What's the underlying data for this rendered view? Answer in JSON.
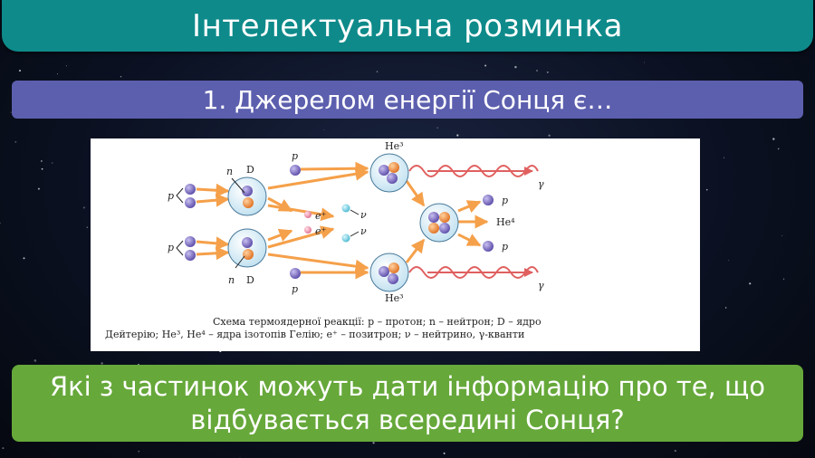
{
  "slide": {
    "title": "Інтелектуальна розминка",
    "question": "1. Джерелом енергії Сонця є…",
    "prompt": "Які з частинок можуть дати інформацію про те, що відбувається всередині Сонця?"
  },
  "diagram": {
    "labels": {
      "p": "p",
      "n": "n",
      "D": "D",
      "He3": "He³",
      "He4": "He⁴",
      "e_plus": "e⁺",
      "nu": "ν",
      "gamma": "γ"
    },
    "caption_line1": "Схема термоядерної реакції: p – протон; n – нейтрон; D – ядро",
    "caption_line2": "Дейтерію; He³, He⁴ – ядра ізотопів Гелію; e⁺ – позитрон; ν – нейтрино, γ-кванти"
  },
  "colors": {
    "title_bar": "#0e8a8a",
    "question_bar": "#5c5fae",
    "prompt_box": "#66a83a",
    "proton": "#7a6ab8",
    "neutron": "#ef8c3a",
    "arrow": "#f5a04a",
    "wave": "#e06060"
  }
}
